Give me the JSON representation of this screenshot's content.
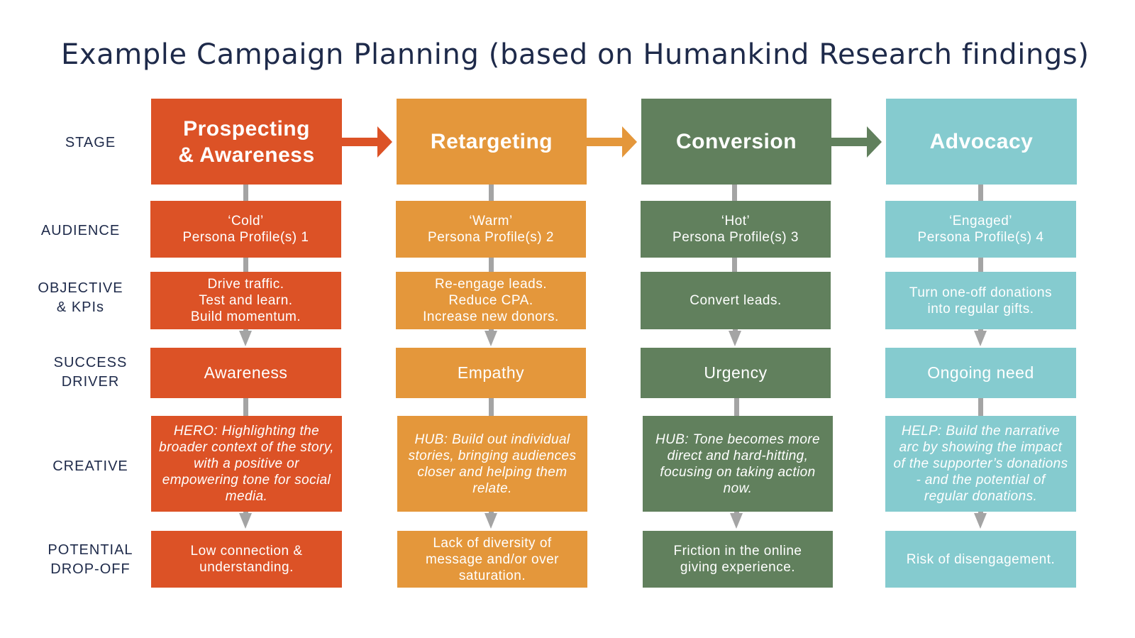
{
  "title": "Example Campaign Planning (based on Humankind Research findings)",
  "row_labels": {
    "stage": "STAGE",
    "audience": "AUDIENCE",
    "objective": "OBJECTIVE\n& KPIs",
    "driver": "SUCCESS\nDRIVER",
    "creative": "CREATIVE",
    "dropoff": "POTENTIAL\nDROP-OFF"
  },
  "colors": {
    "prospecting": "#dc5226",
    "retargeting": "#e4973b",
    "conversion": "#61805d",
    "advocacy": "#85cbcf",
    "connector": "#a4a4a4",
    "title_text": "#1e2a4a"
  },
  "columns": [
    {
      "stage": "Prospecting\n& Awareness",
      "audience": "‘Cold’\nPersona Profile(s) 1",
      "objective": "Drive traffic.\nTest and learn.\nBuild momentum.",
      "driver": "Awareness",
      "creative": "HERO: Highlighting the broader context of the story, with a positive or empowering tone for social media.",
      "dropoff": "Low connection & understanding."
    },
    {
      "stage": "Retargeting",
      "audience": "‘Warm’\nPersona Profile(s) 2",
      "objective": "Re-engage leads.\nReduce CPA.\nIncrease new donors.",
      "driver": "Empathy",
      "creative": "HUB: Build out individual stories, bringing audiences closer and helping them relate.",
      "dropoff": "Lack of diversity of message and/or over saturation."
    },
    {
      "stage": "Conversion",
      "audience": "‘Hot’\nPersona Profile(s) 3",
      "objective": "Convert leads.",
      "driver": "Urgency",
      "creative": "HUB:  Tone becomes more direct and hard-hitting, focusing on taking action now.",
      "dropoff": "Friction in the online giving experience."
    },
    {
      "stage": "Advocacy",
      "audience": "‘Engaged’\nPersona Profile(s) 4",
      "objective": "Turn one-off donations into regular gifts.",
      "driver": "Ongoing need",
      "creative": "HELP: Build the narrative arc by showing the impact of the supporter’s donations -  and the potential of regular donations.",
      "dropoff": "Risk of disengagement."
    }
  ]
}
